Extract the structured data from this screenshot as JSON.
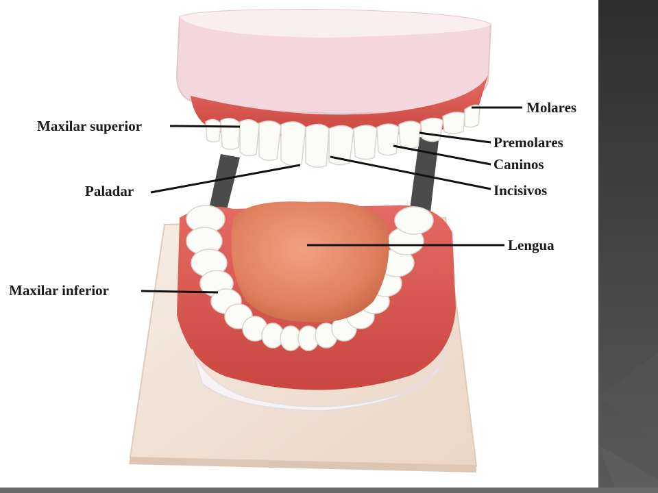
{
  "labels": {
    "maxilar_superior": "Maxilar superior",
    "paladar": "Paladar",
    "maxilar_inferior": "Maxilar inferior",
    "molares": "Molares",
    "premolares": "Premolares",
    "caninos": "Caninos",
    "incisivos": "Incisivos",
    "lengua": "Lengua"
  },
  "colors": {
    "gum": "#d9534f",
    "tooth": "#fbfbf8",
    "tongue": "#e8896a",
    "base": "#f2e2d6",
    "slide_panel": "#3a3a3a",
    "label_text": "#1a1a1a"
  }
}
